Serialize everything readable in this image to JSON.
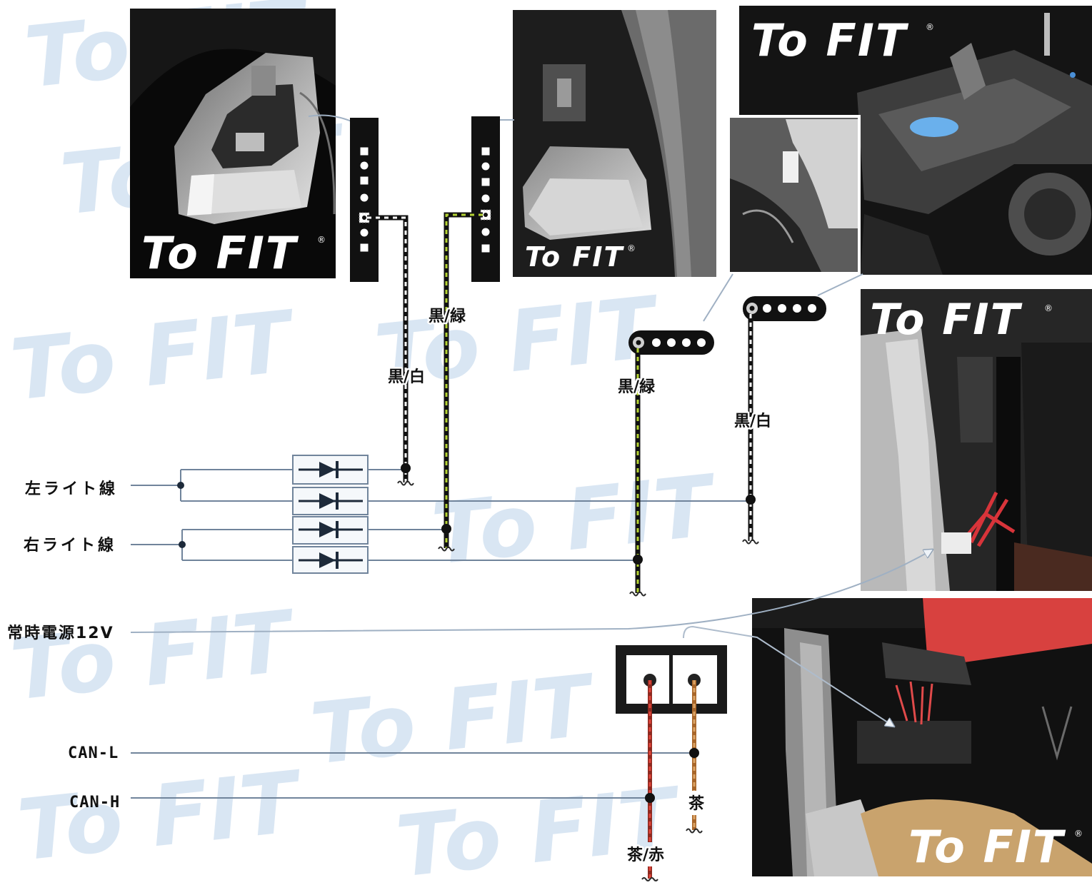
{
  "logo": {
    "text": "To FIT",
    "mark": "®"
  },
  "watermark": {
    "text": "To FIT"
  },
  "inputs": {
    "left_light": "左ライト線",
    "right_light": "右ライト線",
    "constant_power": "常時電源12V",
    "can_l": "CAN-L",
    "can_h": "CAN-H"
  },
  "wires": {
    "left_harness": "黒/白",
    "right_harness": "黒/緑",
    "connector_a": "黒/緑",
    "connector_b": "黒/白",
    "can_l": "茶",
    "can_h": "茶/赤"
  },
  "colors": {
    "wire_black": "#111111",
    "stripe_white": "#ffffff",
    "stripe_green": "#b5d334",
    "wire_brown": "#a8662a",
    "stripe_brown": "#dba466",
    "wire_red": "#8e2a20",
    "stripe_red": "#e0443a",
    "signal_line": "#70849b",
    "pointer_line": "#9fb0c3"
  },
  "icons": {
    "diode": "diode-icon",
    "junction": "junction-dot-icon",
    "terminal": "wire-terminal-icon",
    "arrow": "arrow-head-icon"
  }
}
